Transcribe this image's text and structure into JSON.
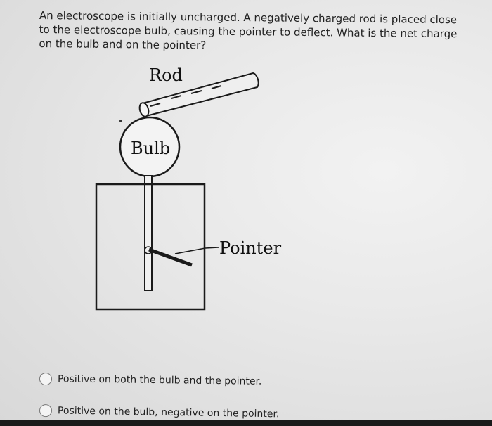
{
  "question": "An electroscope is initially uncharged. A negatively charged rod is placed close to the electroscope bulb, causing the pointer to deflect. What is the net charge on the bulb and on the pointer?",
  "diagram": {
    "rod_label": "Rod",
    "bulb_label": "Bulb",
    "pointer_label": "Pointer"
  },
  "options": [
    {
      "label": "Positive on both the bulb and the pointer."
    },
    {
      "label": "Positive on the bulb, negative on the pointer."
    }
  ]
}
